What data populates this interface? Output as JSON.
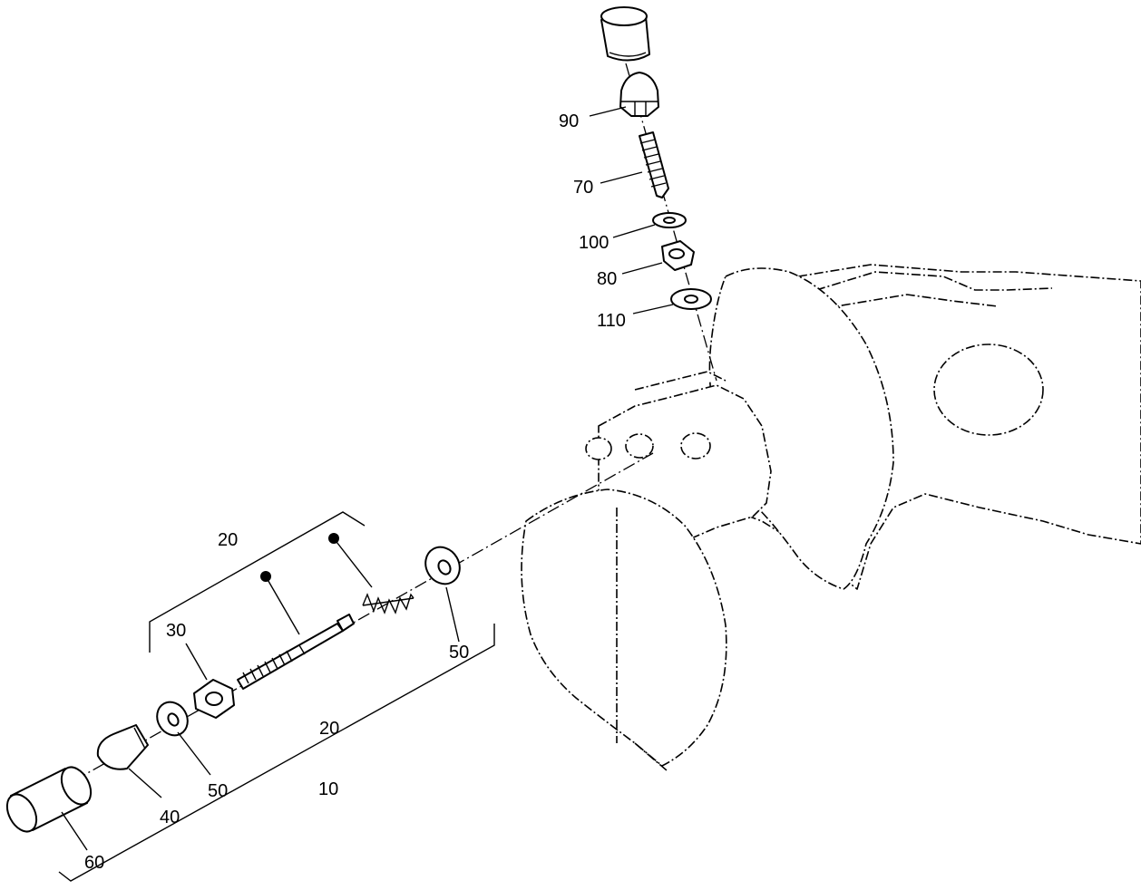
{
  "callouts": {
    "c90": "90",
    "c70": "70",
    "c100": "100",
    "c80": "80",
    "c110": "110",
    "c20_top": "20",
    "c30": "30",
    "c50_right": "50",
    "c20_mid": "20",
    "c50_low": "50",
    "c10": "10",
    "c40": "40",
    "c60": "60"
  }
}
